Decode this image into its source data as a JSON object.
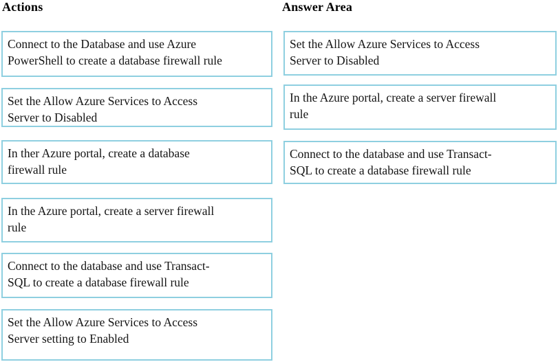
{
  "theme": {
    "box_border_color": "#8ecfe0",
    "text_color": "#141414",
    "background_color": "#ffffff"
  },
  "columns": {
    "actions": {
      "title": "Actions",
      "items": [
        {
          "label": "Connect to the Database and use Azure\nPowerShell to create a database firewall rule"
        },
        {
          "label": "Set the Allow Azure Services to Access\nServer to Disabled"
        },
        {
          "label": "In ther Azure portal, create a database\nfirewall rule"
        },
        {
          "label": "In the Azure portal, create a server firewall\nrule"
        },
        {
          "label": "Connect to the database and use Transact-\nSQL to create a database firewall rule"
        },
        {
          "label": "Set the Allow Azure Services to Access\nServer setting to Enabled"
        }
      ]
    },
    "answer_area": {
      "title": "Answer Area",
      "items": [
        {
          "label": "Set the Allow Azure Services to Access\nServer to Disabled"
        },
        {
          "label": "In the Azure portal, create a server firewall\nrule"
        },
        {
          "label": "Connect to the database and use Transact-\nSQL to create a database firewall rule"
        }
      ]
    }
  }
}
